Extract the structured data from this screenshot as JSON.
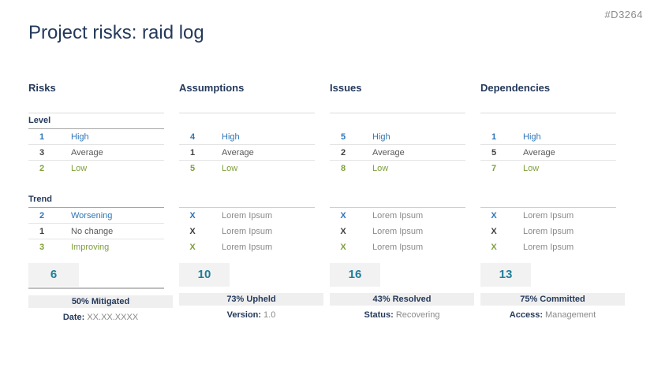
{
  "page": {
    "title": "Project risks: raid log",
    "id_tag": "#D3264"
  },
  "colors": {
    "navy": "#24395B",
    "blue": "#2E75B6",
    "green": "#7FA03C",
    "teal": "#217E9B",
    "dark_text": "#404040",
    "gray_text": "#8A8A8A",
    "bar_bg": "#EFEFEF",
    "box_bg": "#F2F2F2"
  },
  "columns": [
    {
      "header": "Risks",
      "level_label": "Level",
      "trend_label": "Trend",
      "level_rows": [
        {
          "value": "1",
          "label": "High"
        },
        {
          "value": "3",
          "label": "Average"
        },
        {
          "value": "2",
          "label": "Low"
        }
      ],
      "trend_rows": [
        {
          "value": "2",
          "label": "Worsening"
        },
        {
          "value": "1",
          "label": "No change"
        },
        {
          "value": "3",
          "label": "Improving"
        }
      ],
      "total": "6",
      "summary": "50% Mitigated",
      "footer_label": "Date:",
      "footer_value": "XX.XX.XXXX"
    },
    {
      "header": "Assumptions",
      "level_label": "",
      "trend_label": "",
      "level_rows": [
        {
          "value": "4",
          "label": "High"
        },
        {
          "value": "1",
          "label": "Average"
        },
        {
          "value": "5",
          "label": "Low"
        }
      ],
      "trend_rows": [
        {
          "value": "X",
          "label": "Lorem Ipsum"
        },
        {
          "value": "X",
          "label": "Lorem Ipsum"
        },
        {
          "value": "X",
          "label": "Lorem Ipsum"
        }
      ],
      "total": "10",
      "summary": "73% Upheld",
      "footer_label": "Version:",
      "footer_value": "1.0"
    },
    {
      "header": "Issues",
      "level_label": "",
      "trend_label": "",
      "level_rows": [
        {
          "value": "5",
          "label": "High"
        },
        {
          "value": "2",
          "label": "Average"
        },
        {
          "value": "8",
          "label": "Low"
        }
      ],
      "trend_rows": [
        {
          "value": "X",
          "label": "Lorem Ipsum"
        },
        {
          "value": "X",
          "label": "Lorem Ipsum"
        },
        {
          "value": "X",
          "label": "Lorem Ipsum"
        }
      ],
      "total": "16",
      "summary": "43% Resolved",
      "footer_label": "Status:",
      "footer_value": "Recovering"
    },
    {
      "header": "Dependencies",
      "level_label": "",
      "trend_label": "",
      "level_rows": [
        {
          "value": "1",
          "label": "High"
        },
        {
          "value": "5",
          "label": "Average"
        },
        {
          "value": "7",
          "label": "Low"
        }
      ],
      "trend_rows": [
        {
          "value": "X",
          "label": "Lorem Ipsum"
        },
        {
          "value": "X",
          "label": "Lorem Ipsum"
        },
        {
          "value": "X",
          "label": "Lorem Ipsum"
        }
      ],
      "total": "13",
      "summary": "75% Committed",
      "footer_label": "Access:",
      "footer_value": "Management"
    }
  ]
}
